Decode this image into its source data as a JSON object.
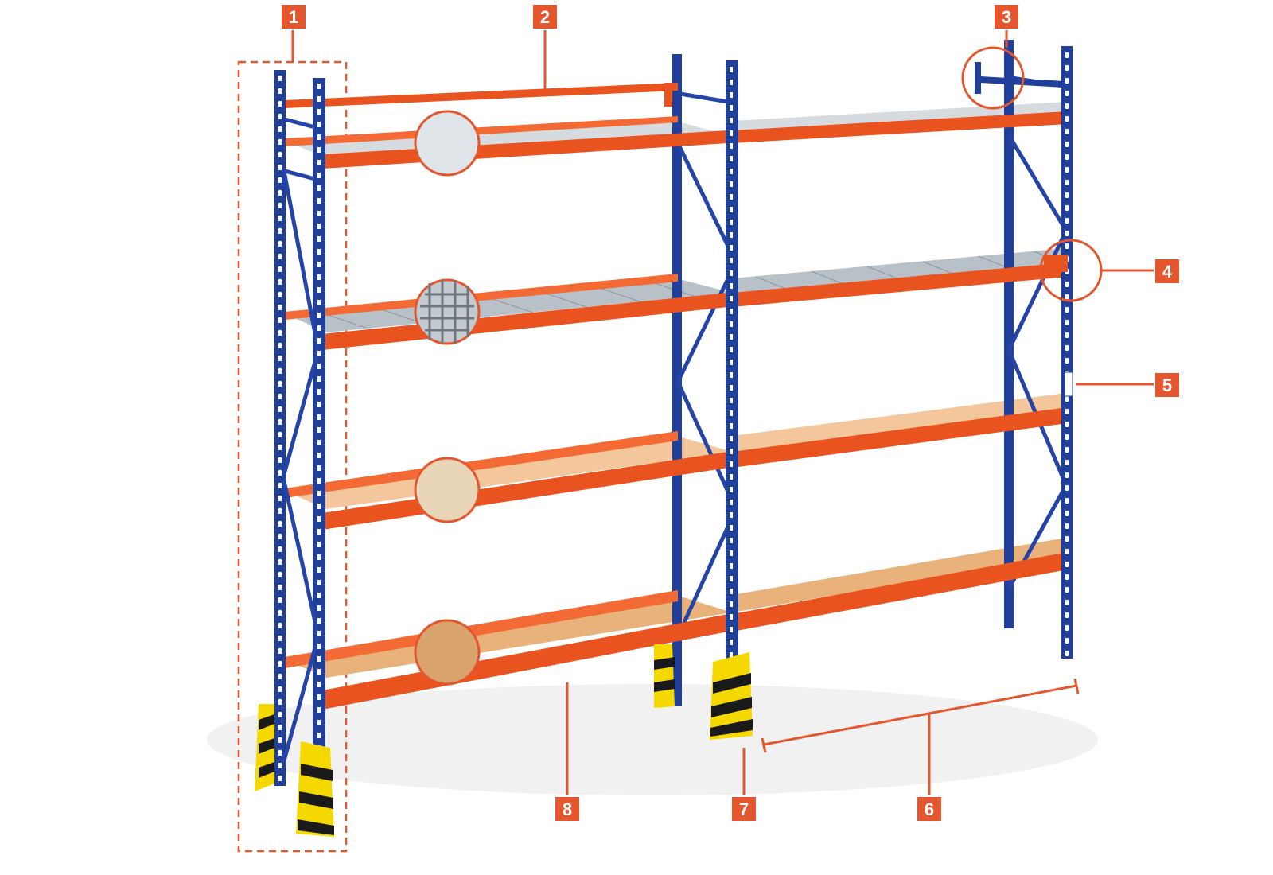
{
  "colors": {
    "upright": "#1f3f9a",
    "beam": "#e8531f",
    "callout": "#e4572e",
    "guard": "#f5d800",
    "wood": "#f3c79b",
    "mesh": "#b9c1c8"
  },
  "callouts": [
    {
      "id": "1",
      "label": "1"
    },
    {
      "id": "2",
      "label": "2"
    },
    {
      "id": "3",
      "label": "3"
    },
    {
      "id": "4",
      "label": "4"
    },
    {
      "id": "5",
      "label": "5"
    },
    {
      "id": "6",
      "label": "6"
    },
    {
      "id": "7",
      "label": "7"
    },
    {
      "id": "8",
      "label": "8"
    }
  ]
}
